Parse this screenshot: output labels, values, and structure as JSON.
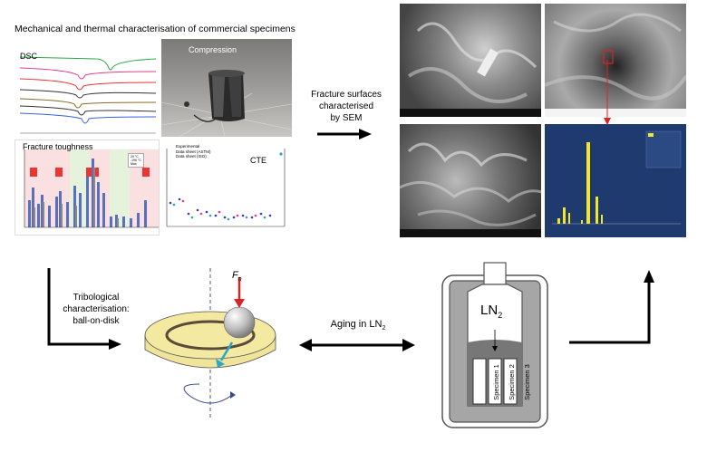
{
  "title": "Mechanical and thermal characterisation of commercial specimens",
  "panels": {
    "dsc_label": "DSC",
    "compression_label": "Compression",
    "fracture_toughness_label": "Fracture toughness",
    "cte_label": "CTE"
  },
  "fracture_toughness_legend": [
    "20 °C",
    "-196 °C",
    "Max"
  ],
  "cte_legend": [
    "Experimental",
    "Data sheet (ASTM)",
    "Data sheet (ISO)"
  ],
  "sem_caption": [
    "Fracture surfaces",
    "characterised",
    "by SEM"
  ],
  "tribology_caption": [
    "Tribological",
    "characterisation:",
    "ball-on-disk"
  ],
  "aging_caption": "Aging in LN",
  "aging_sub": "2",
  "force_label": "F",
  "force_sub": "n",
  "dewar": {
    "liquid_label": "LN",
    "liquid_sub": "2",
    "specimens": [
      "Specimen 1",
      "Specimen 2",
      "Specimen 3"
    ]
  },
  "colors": {
    "arrow": "#000000",
    "force_arrow": "#d9232a",
    "disk": "#f3e9a0",
    "wear_track": "#5a4a3a",
    "velocity_arrow": "#2aa6c8",
    "liquid": "#777777",
    "flask_fill": "#bfbfbf",
    "eds_bg": "#1e3a6e",
    "eds_peaks": "#f2e52c",
    "sem_marker": "#d9232a"
  }
}
